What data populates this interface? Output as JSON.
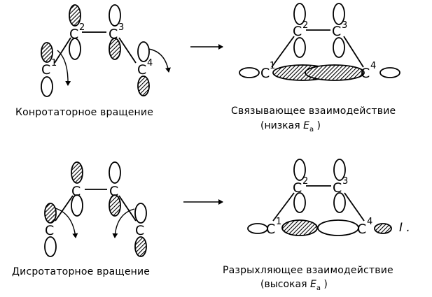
{
  "atoms": {
    "c": "C",
    "n1": "1",
    "n2": "2",
    "n3": "3",
    "n4": "4"
  },
  "captions": {
    "conrotatory": "Конротаторное вращение",
    "bonding": "Связывающее взаимодействие",
    "bonding_ea_prefix": "(низкая",
    "disrotatory": "Дисротаторное вращение",
    "antibonding": "Разрыхляющее взаимодействие",
    "antibonding_ea_prefix": "(высокая",
    "ea_symbol": "E",
    "ea_sub": "a",
    "close_paren": ")"
  },
  "annotation": "I ."
}
